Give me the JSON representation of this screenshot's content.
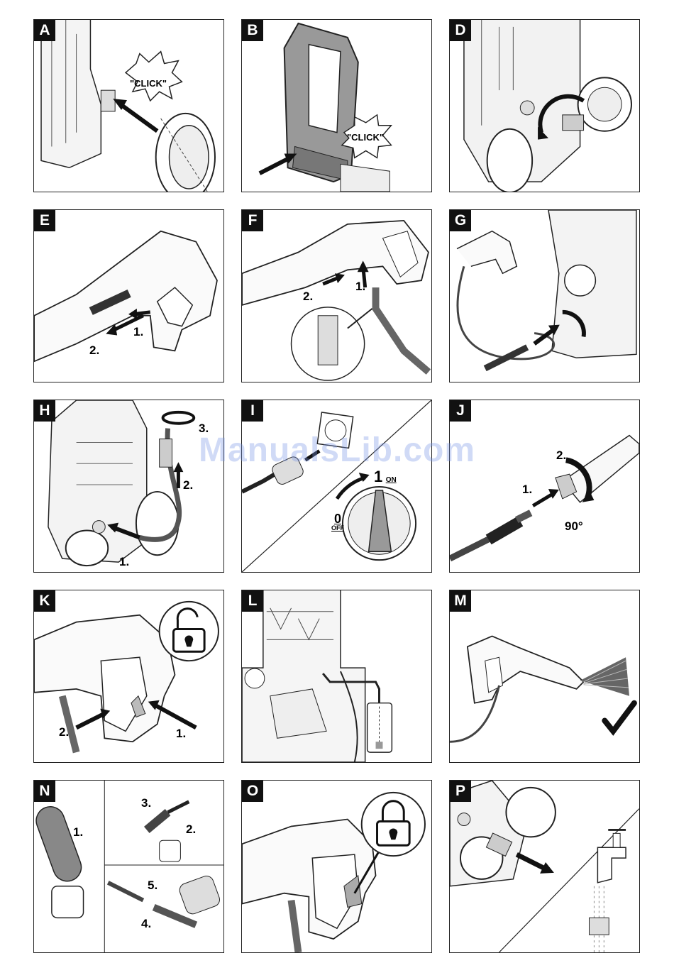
{
  "watermark": "ManualsLib.com",
  "panels": {
    "A": {
      "letter": "A",
      "click_text": "\"CLICK\""
    },
    "B": {
      "letter": "B",
      "click_text": "\"CLICK\""
    },
    "D": {
      "letter": "D"
    },
    "E": {
      "letter": "E",
      "steps": [
        "1.",
        "2."
      ]
    },
    "F": {
      "letter": "F",
      "steps": [
        "1.",
        "2."
      ]
    },
    "G": {
      "letter": "G"
    },
    "H": {
      "letter": "H",
      "steps": [
        "1.",
        "2.",
        "3."
      ]
    },
    "I": {
      "letter": "I",
      "on_digit": "1",
      "on_text": "ON",
      "off_digit": "0",
      "off_text": "OFF"
    },
    "J": {
      "letter": "J",
      "steps": [
        "1.",
        "2."
      ],
      "angle": "90°"
    },
    "K": {
      "letter": "K",
      "steps": [
        "1.",
        "2."
      ]
    },
    "L": {
      "letter": "L"
    },
    "M": {
      "letter": "M"
    },
    "N": {
      "letter": "N",
      "steps": [
        "1.",
        "2.",
        "3.",
        "4.",
        "5."
      ]
    },
    "O": {
      "letter": "O"
    },
    "P": {
      "letter": "P"
    }
  },
  "icons": {
    "lock_open": "unlocked-padlock-icon",
    "lock_closed": "locked-padlock-icon",
    "check": "checkmark-icon"
  }
}
